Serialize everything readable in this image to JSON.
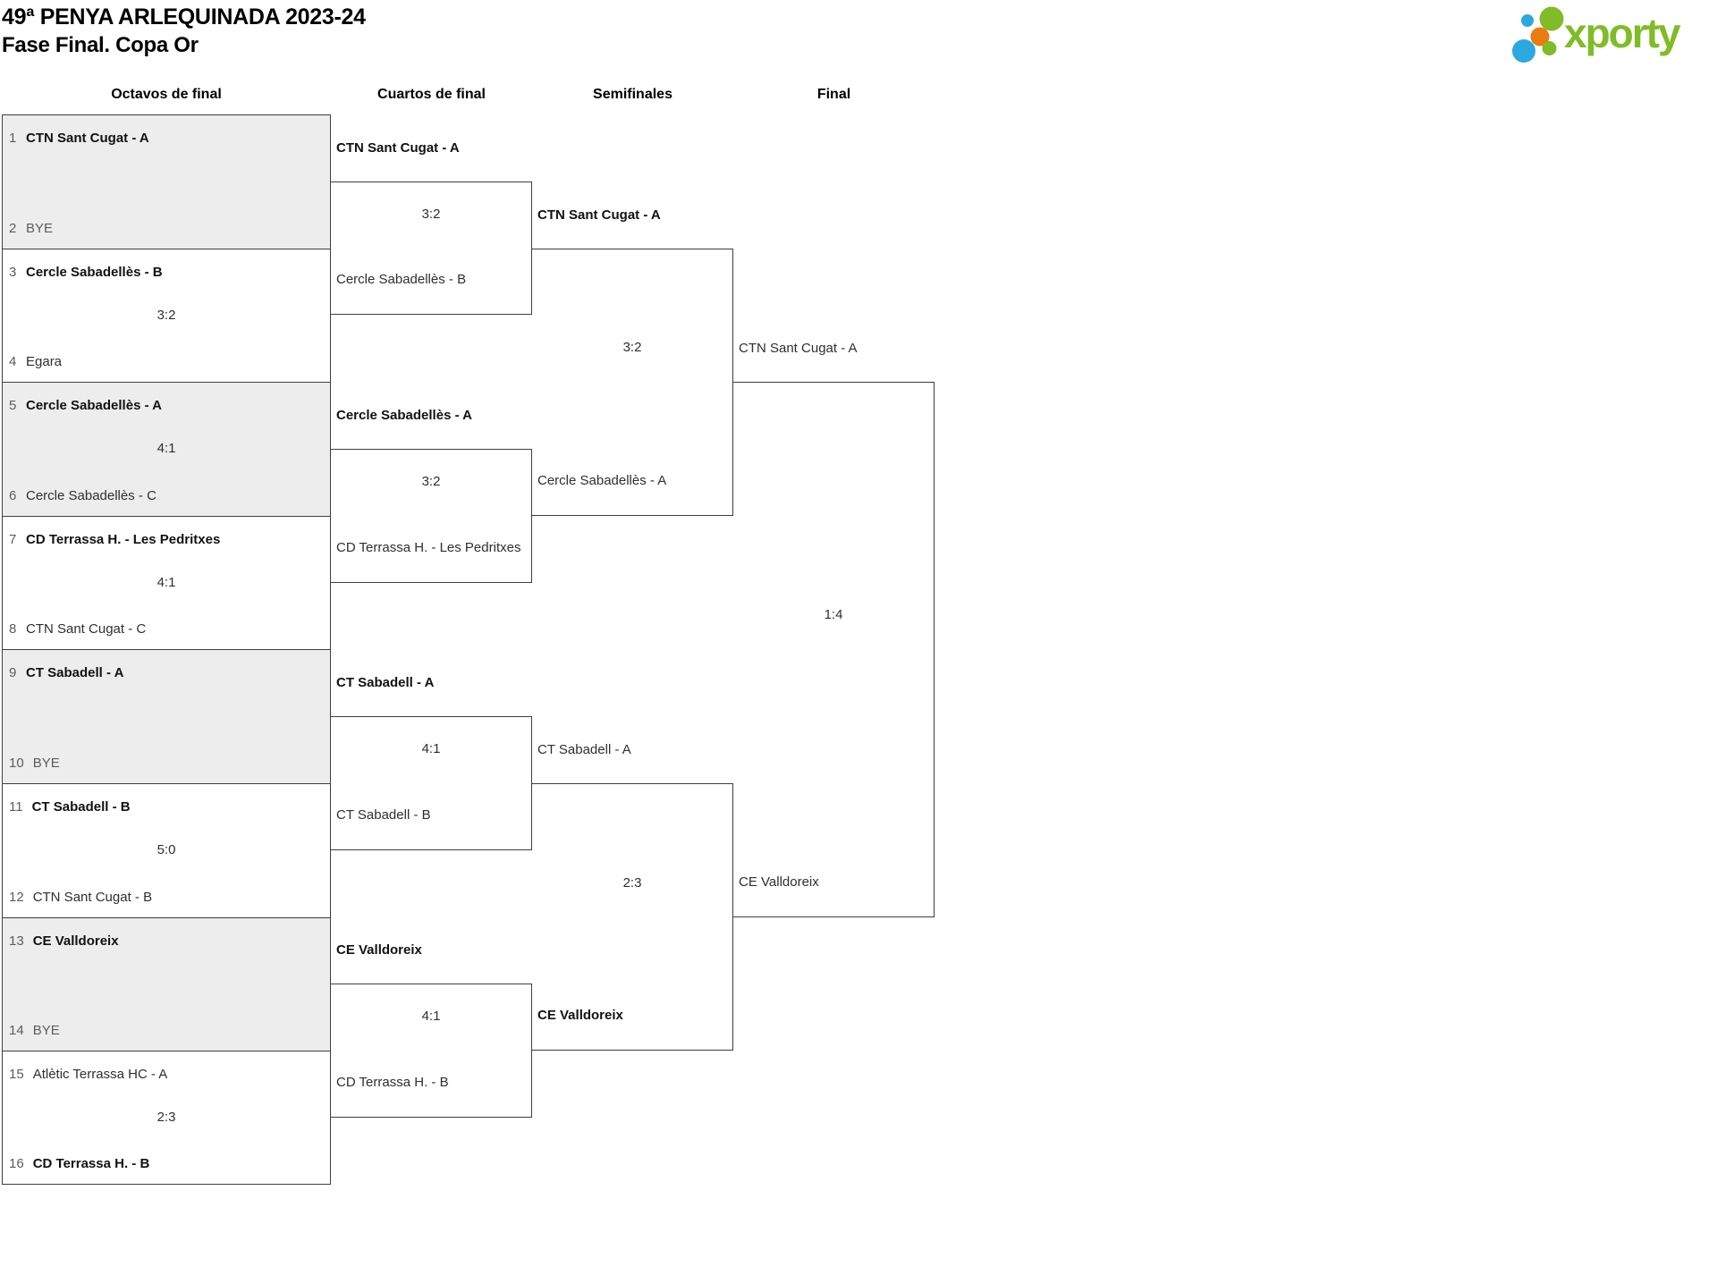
{
  "title": "49ª PENYA ARLEQUINADA 2023-24",
  "subtitle": "Fase Final. Copa Or",
  "logo": {
    "text": "xporty",
    "green": "#7fbc27",
    "blue": "#2ca8e0",
    "orange": "#e97b10"
  },
  "columns": {
    "octavos": "Octavos de final",
    "cuartos": "Cuartos de final",
    "semifinales": "Semifinales",
    "final": "Final"
  },
  "octavos": [
    {
      "side1": {
        "seed": "1",
        "name": "CTN Sant Cugat - A",
        "winner": true,
        "dim": false
      },
      "side2": {
        "seed": "2",
        "name": "BYE",
        "winner": false,
        "dim": true
      },
      "score": ""
    },
    {
      "side1": {
        "seed": "3",
        "name": "Cercle Sabadellès - B",
        "winner": true,
        "dim": false
      },
      "side2": {
        "seed": "4",
        "name": "Egara",
        "winner": false,
        "dim": false
      },
      "score": "3:2"
    },
    {
      "side1": {
        "seed": "5",
        "name": "Cercle Sabadellès - A",
        "winner": true,
        "dim": false
      },
      "side2": {
        "seed": "6",
        "name": "Cercle Sabadellès - C",
        "winner": false,
        "dim": false
      },
      "score": "4:1"
    },
    {
      "side1": {
        "seed": "7",
        "name": "CD Terrassa H. - Les Pedritxes",
        "winner": true,
        "dim": false
      },
      "side2": {
        "seed": "8",
        "name": "CTN Sant Cugat - C",
        "winner": false,
        "dim": false
      },
      "score": "4:1"
    },
    {
      "side1": {
        "seed": "9",
        "name": "CT Sabadell - A",
        "winner": true,
        "dim": false
      },
      "side2": {
        "seed": "10",
        "name": "BYE",
        "winner": false,
        "dim": true
      },
      "score": ""
    },
    {
      "side1": {
        "seed": "11",
        "name": "CT Sabadell - B",
        "winner": true,
        "dim": false
      },
      "side2": {
        "seed": "12",
        "name": "CTN Sant Cugat - B",
        "winner": false,
        "dim": false
      },
      "score": "5:0"
    },
    {
      "side1": {
        "seed": "13",
        "name": "CE Valldoreix",
        "winner": true,
        "dim": false
      },
      "side2": {
        "seed": "14",
        "name": "BYE",
        "winner": false,
        "dim": true
      },
      "score": ""
    },
    {
      "side1": {
        "seed": "15",
        "name": "Atlètic Terrassa HC - A",
        "winner": false,
        "dim": false
      },
      "side2": {
        "seed": "16",
        "name": "CD Terrassa H. - B",
        "winner": true,
        "dim": false
      },
      "score": "2:3"
    }
  ],
  "cuartos": [
    {
      "side1": {
        "name": "CTN Sant Cugat - A",
        "winner": true
      },
      "side2": {
        "name": "Cercle Sabadellès - B",
        "winner": false
      },
      "score": "3:2"
    },
    {
      "side1": {
        "name": "Cercle Sabadellès - A",
        "winner": true
      },
      "side2": {
        "name": "CD Terrassa H. - Les Pedritxes",
        "winner": false
      },
      "score": "3:2"
    },
    {
      "side1": {
        "name": "CT Sabadell - A",
        "winner": true
      },
      "side2": {
        "name": "CT Sabadell - B",
        "winner": false
      },
      "score": "4:1"
    },
    {
      "side1": {
        "name": "CE Valldoreix",
        "winner": true
      },
      "side2": {
        "name": "CD Terrassa H. - B",
        "winner": false
      },
      "score": "4:1"
    }
  ],
  "semifinales": [
    {
      "side1": {
        "name": "CTN Sant Cugat - A",
        "winner": true
      },
      "side2": {
        "name": "Cercle Sabadellès - A",
        "winner": false
      },
      "score": "3:2"
    },
    {
      "side1": {
        "name": "CT Sabadell - A",
        "winner": false
      },
      "side2": {
        "name": "CE Valldoreix",
        "winner": true
      },
      "score": "2:3"
    }
  ],
  "final": [
    {
      "side1": {
        "name": "CTN Sant Cugat - A",
        "winner": false
      },
      "side2": {
        "name": "CE Valldoreix",
        "winner": false
      },
      "score": "1:4"
    }
  ]
}
